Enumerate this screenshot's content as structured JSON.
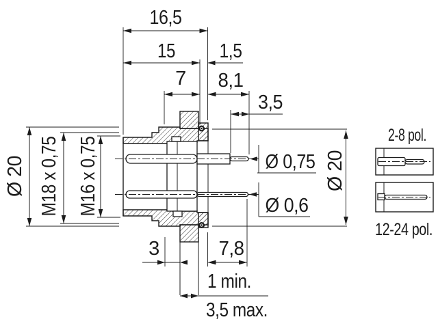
{
  "drawing_type": "connector panel-mount dimensional drawing",
  "dimensions": {
    "overall_length": "16,5",
    "body_length": "15",
    "rear_offset": "1,5",
    "front_section": "7",
    "upper_pin_extension": "8,1",
    "pin_tip_length": "3,5",
    "upper_pin_diameter": "Ø 0,75",
    "lower_pin_diameter": "Ø 0,6",
    "flange_diameter_left": "Ø 20",
    "flange_diameter_right": "Ø 20",
    "outer_thread": "M18 x 0,75",
    "coupling_thread": "M16 x 0,75",
    "rear_clearance": "3",
    "lower_pin_extension": "7,8",
    "panel_thickness_min": "1 min.",
    "panel_thickness_max": "3,5 max."
  },
  "variants": {
    "upper_label": "2-8 pol.",
    "lower_label": "12-24 pol."
  },
  "colors": {
    "line": "#1c1c1c",
    "background": "#ffffff"
  }
}
